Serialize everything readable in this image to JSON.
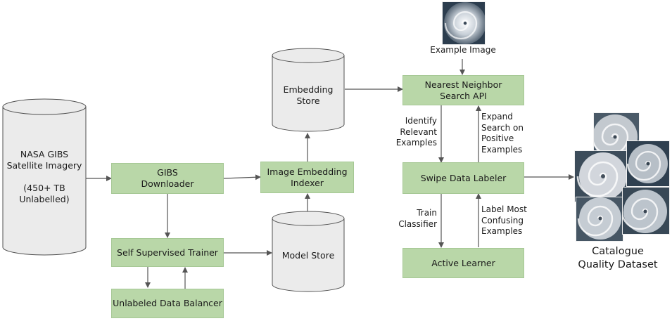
{
  "stores": {
    "nasa_gibs": "NASA GIBS\nSatellite Imagery\n\n(450+ TB\nUnlabelled)",
    "embedding_store": "Embedding\nStore",
    "model_store": "Model Store"
  },
  "boxes": {
    "gibs_downloader": "GIBS\nDownloader",
    "self_supervised_trainer": "Self Supervised Trainer",
    "unlabeled_data_balancer": "Unlabeled Data Balancer",
    "image_embedding_indexer": "Image Embedding\nIndexer",
    "nearest_neighbor_search_api": "Nearest Neighbor\nSearch API",
    "swipe_data_labeler": "Swipe Data Labeler",
    "active_learner": "Active Learner"
  },
  "edge_labels": {
    "identify_relevant_examples": "Identify\nRelevant\nExamples",
    "expand_search": "Expand\nSearch on\nPositive\nExamples",
    "train_classifier": "Train\nClassifier",
    "label_most_confusing": "Label Most\nConfusing\nExamples"
  },
  "captions": {
    "example_image": "Example Image",
    "catalogue_dataset": "Catalogue\nQuality Dataset"
  },
  "colors": {
    "box_fill": "#b9d7a8",
    "cylinder_fill": "#ebebeb",
    "arrow": "#555555"
  }
}
